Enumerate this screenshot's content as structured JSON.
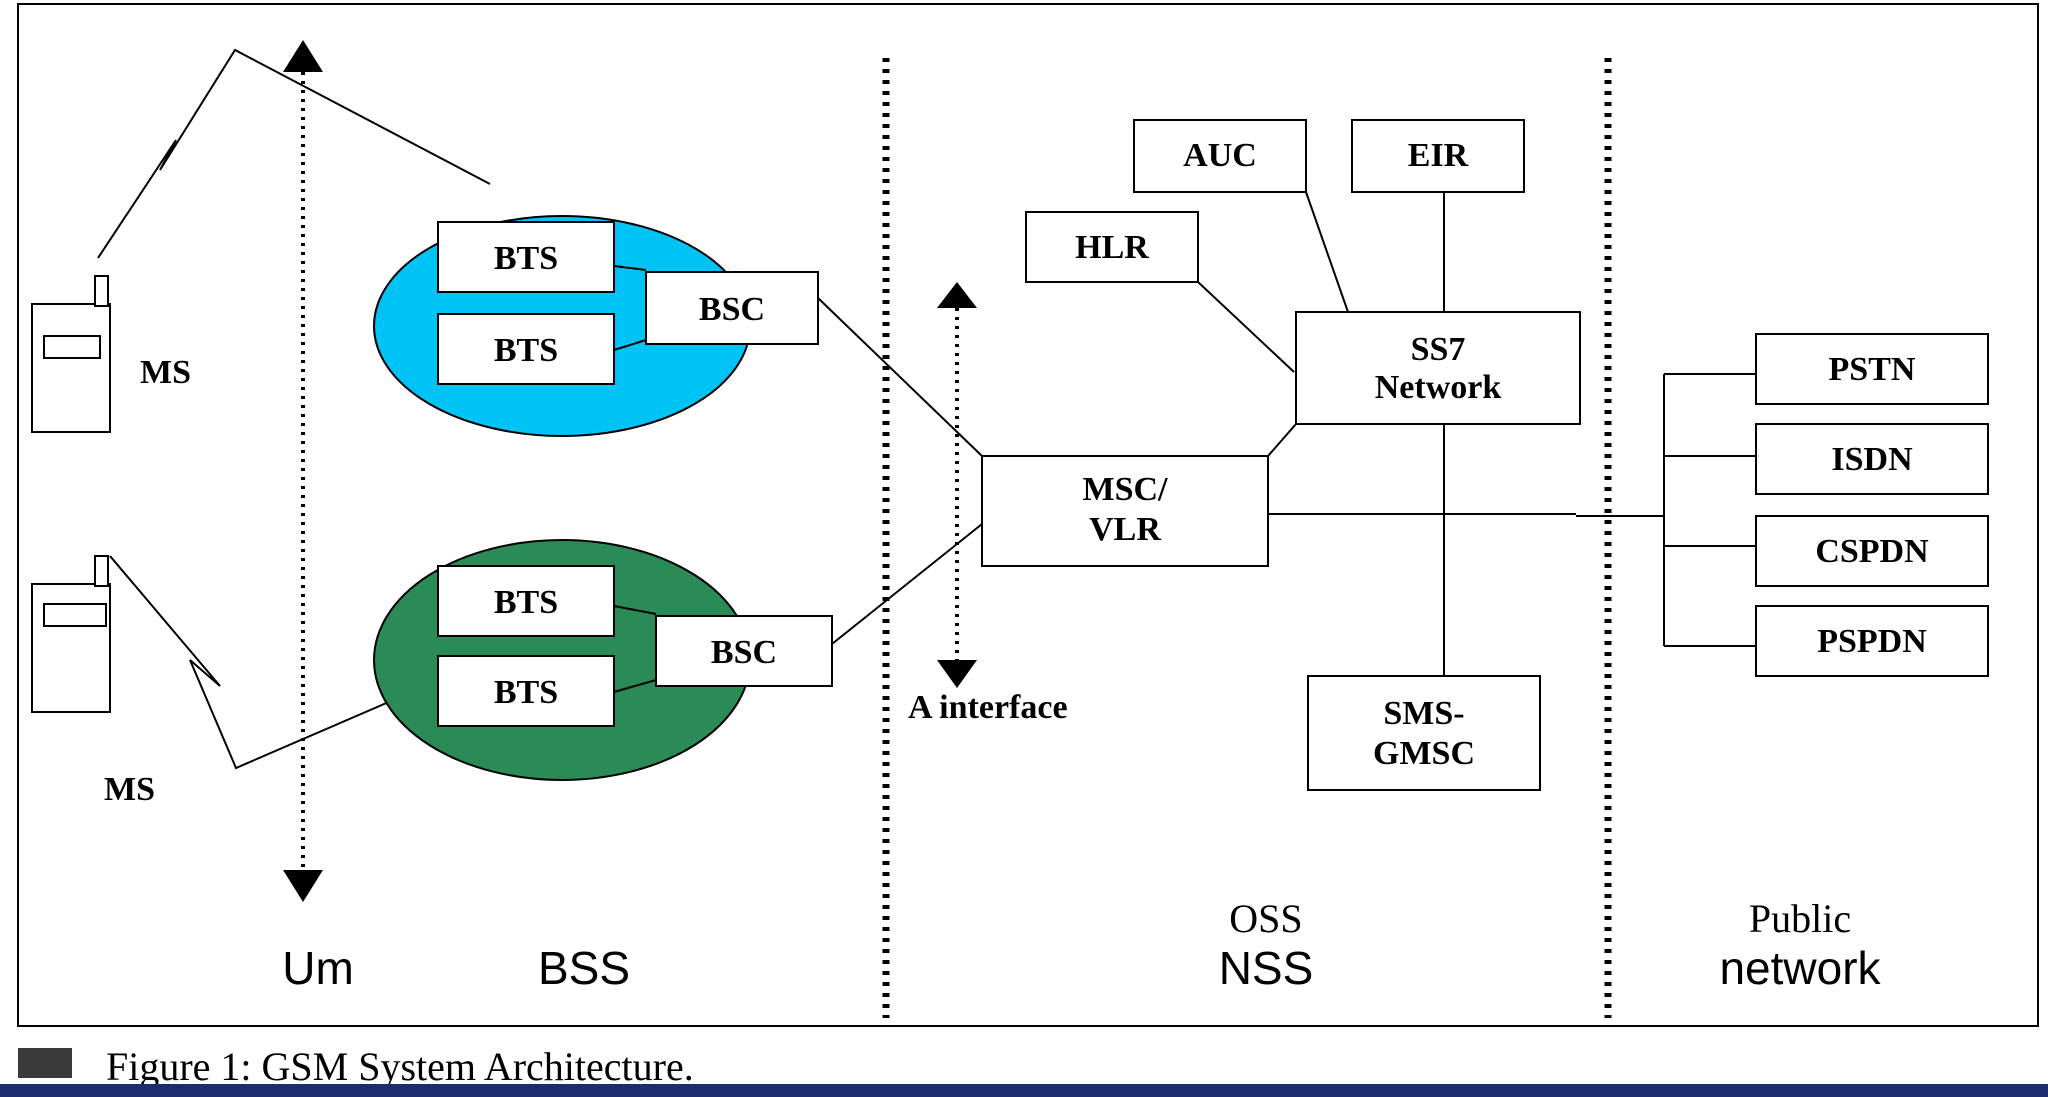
{
  "title": "Figure 1: GSM System Architecture.",
  "colors": {
    "background": "#ffffff",
    "bss_top_fill": "#00c3f5",
    "bss_bottom_fill": "#2a8b57",
    "bottom_strip": "#1b2d6e",
    "line": "#000000"
  },
  "nodes": {
    "ms_top": "MS",
    "ms_bottom": "MS",
    "bts_1": "BTS",
    "bts_2": "BTS",
    "bsc_top": "BSC",
    "bts_3": "BTS",
    "bts_4": "BTS",
    "bsc_bottom": "BSC",
    "auc": "AUC",
    "eir": "EIR",
    "hlr": "HLR",
    "ss7_line1": "SS7",
    "ss7_line2": "Network",
    "msc_line1": "MSC/",
    "msc_line2": "VLR",
    "sms_line1": "SMS-",
    "sms_line2": "GMSC",
    "pstn": "PSTN",
    "isdn": "ISDN",
    "cspdn": "CSPDN",
    "pspdn": "PSPDN"
  },
  "labels": {
    "a_interface": "A interface",
    "um": "Um",
    "bss": "BSS",
    "oss": "OSS",
    "nss": "NSS",
    "public_line1": "Public",
    "public_line2": "network"
  },
  "icons": {
    "phone": "mobile-phone-icon",
    "caption_marker": "square-bullet-icon"
  }
}
